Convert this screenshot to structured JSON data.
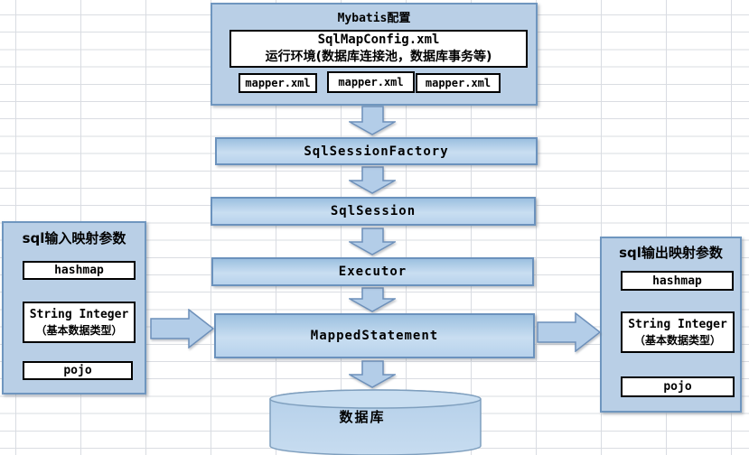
{
  "colors": {
    "panel_fill": "#b9cfe6",
    "panel_border": "#6f96bf",
    "flow_fill_light": "#c9def1",
    "flow_fill_dark": "#9cc0e0",
    "arrow_fill": "#b3cde8",
    "arrow_border": "#6d90ba",
    "grid_line": "#d9dce2",
    "white_box_border": "#000000",
    "text": "#000000"
  },
  "config_group": {
    "title": "Mybatis配置",
    "core_line1": "SqlMapConfig.xml",
    "core_line2": "运行环境(数据库连接池，数据库事务等)",
    "mappers": [
      "mapper.xml",
      "mapper.xml",
      "mapper.xml"
    ]
  },
  "flow": {
    "sql_session_factory": "SqlSessionFactory",
    "sql_session": "SqlSession",
    "executor": "Executor",
    "mapped_statement": "MappedStatement",
    "database": "数据库"
  },
  "input_panel": {
    "title": "sql输入映射参数",
    "hashmap": "hashmap",
    "type_line1": "String Integer",
    "type_line2": "（基本数据类型）",
    "pojo": "pojo"
  },
  "output_panel": {
    "title": "sql输出映射参数",
    "hashmap": "hashmap",
    "type_line1": "String Integer",
    "type_line2": "（基本数据类型）",
    "pojo": "pojo"
  }
}
